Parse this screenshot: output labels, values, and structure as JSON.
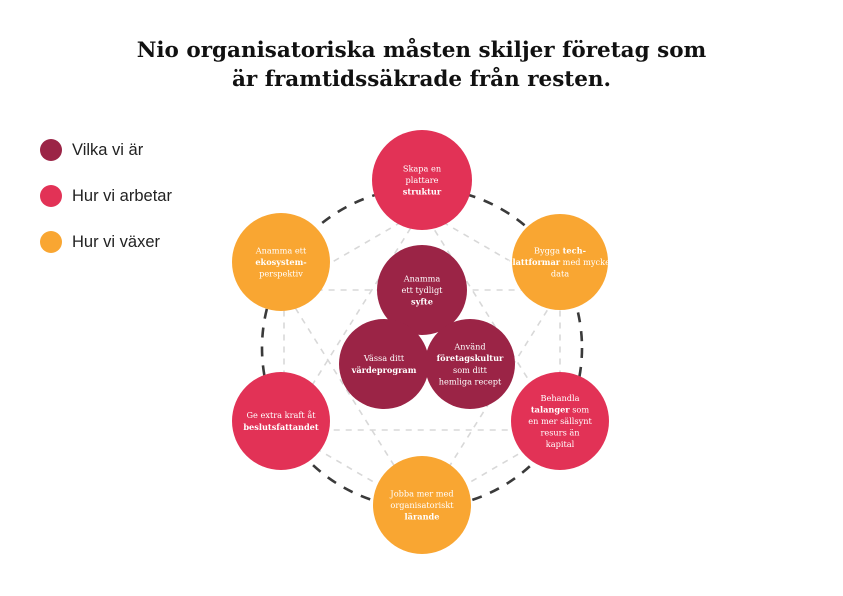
{
  "title": {
    "line1": "Nio organisatoriska måsten skiljer företag som",
    "line2": "är framtidssäkrade från resten."
  },
  "colors": {
    "who": "#9b2446",
    "how_work": "#e23256",
    "how_grow": "#f9a632",
    "dash_outer": "#3a3a3a",
    "dash_inner": "#d8d8d8"
  },
  "legend": [
    {
      "label": "Vilka vi är",
      "group": "who"
    },
    {
      "label": "Hur vi arbetar",
      "group": "how_work"
    },
    {
      "label": "Hur vi växer",
      "group": "how_grow"
    }
  ],
  "nodes": [
    {
      "id": "skapa",
      "group": "how_work",
      "lines": [
        [
          {
            "t": "Skapa en"
          }
        ],
        [
          {
            "t": "plattare"
          }
        ],
        [
          {
            "t": "struktur",
            "b": true
          }
        ]
      ]
    },
    {
      "id": "bygga",
      "group": "how_grow",
      "lines": [
        [
          {
            "t": "Bygga "
          },
          {
            "t": "tech-",
            "b": true
          }
        ],
        [
          {
            "t": "plattformar",
            "b": true
          },
          {
            "t": " med mycket"
          }
        ],
        [
          {
            "t": "data"
          }
        ]
      ]
    },
    {
      "id": "behandla",
      "group": "how_work",
      "lines": [
        [
          {
            "t": "Behandla"
          }
        ],
        [
          {
            "t": "talanger",
            "b": true
          },
          {
            "t": " som"
          }
        ],
        [
          {
            "t": "en mer sällsynt"
          }
        ],
        [
          {
            "t": "resurs än"
          }
        ],
        [
          {
            "t": "kapital"
          }
        ]
      ]
    },
    {
      "id": "jobba",
      "group": "how_grow",
      "lines": [
        [
          {
            "t": "Jobba mer med"
          }
        ],
        [
          {
            "t": "organisatoriskt"
          }
        ],
        [
          {
            "t": "lärande",
            "b": true
          }
        ]
      ]
    },
    {
      "id": "ge",
      "group": "how_work",
      "lines": [
        [
          {
            "t": "Ge extra kraft åt"
          }
        ],
        [
          {
            "t": "beslutsfattandet",
            "b": true
          }
        ]
      ]
    },
    {
      "id": "anamma_eko",
      "group": "how_grow",
      "lines": [
        [
          {
            "t": "Anamma ett"
          }
        ],
        [
          {
            "t": "ekosystem-",
            "b": true
          }
        ],
        [
          {
            "t": "perspektiv"
          }
        ]
      ]
    },
    {
      "id": "anamma_syfte",
      "group": "who",
      "lines": [
        [
          {
            "t": "Anamma"
          }
        ],
        [
          {
            "t": "ett tydligt"
          }
        ],
        [
          {
            "t": "syfte",
            "b": true
          }
        ]
      ]
    },
    {
      "id": "vassa",
      "group": "who",
      "lines": [
        [
          {
            "t": "Vässa ditt"
          }
        ],
        [
          {
            "t": "värdeprogram",
            "b": true
          }
        ]
      ]
    },
    {
      "id": "anvand",
      "group": "who",
      "lines": [
        [
          {
            "t": "Använd"
          }
        ],
        [
          {
            "t": "företagskultur",
            "b": true
          }
        ],
        [
          {
            "t": "som ditt"
          }
        ],
        [
          {
            "t": "hemliga recept"
          }
        ]
      ]
    }
  ]
}
